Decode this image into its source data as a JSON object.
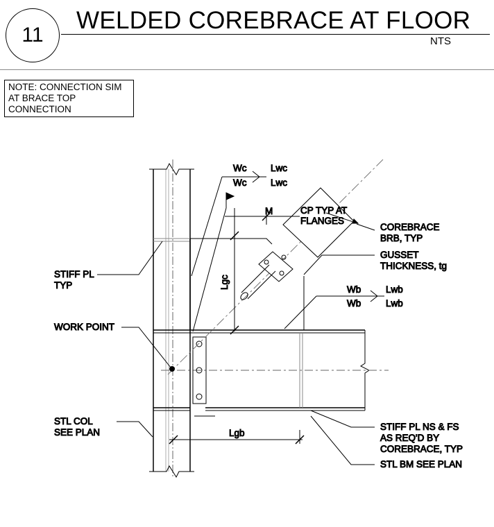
{
  "header": {
    "detail_number": "11",
    "title": "WELDED COREBRACE AT FLOOR",
    "scale": "NTS"
  },
  "note": {
    "lines": [
      "NOTE: CONNECTION SIM",
      "AT BRACE TOP",
      "CONNECTION"
    ]
  },
  "weld_symbols": {
    "column": {
      "size_top": "Wc",
      "length_top": "Lwc",
      "size_bottom": "Wc",
      "length_bottom": "Lwc"
    },
    "beam": {
      "size_top": "Wb",
      "length_top": "Lwb",
      "size_bottom": "Wb",
      "length_bottom": "Lwb"
    }
  },
  "dimensions": {
    "m": "M",
    "lgc": "Lgc",
    "lgb": "Lgb"
  },
  "callouts": {
    "cp_line1": "CP TYP AT",
    "cp_line2": "FLANGES",
    "corebrace_line1": "COREBRACE",
    "corebrace_line2": "BRB, TYP",
    "gusset_line1": "GUSSET",
    "gusset_line2": "THICKNESS, tg",
    "stiff_line1": "STIFF PL",
    "stiff_line2": "TYP",
    "work_point": "WORK POINT",
    "stl_col_line1": "STL COL",
    "stl_col_line2": "SEE PLAN",
    "stiff_ns_line1": "STIFF PL NS & FS",
    "stiff_ns_line2": "AS REQ'D BY",
    "stiff_ns_line3": "COREBRACE, TYP",
    "stl_bm": "STL BM SEE PLAN"
  }
}
